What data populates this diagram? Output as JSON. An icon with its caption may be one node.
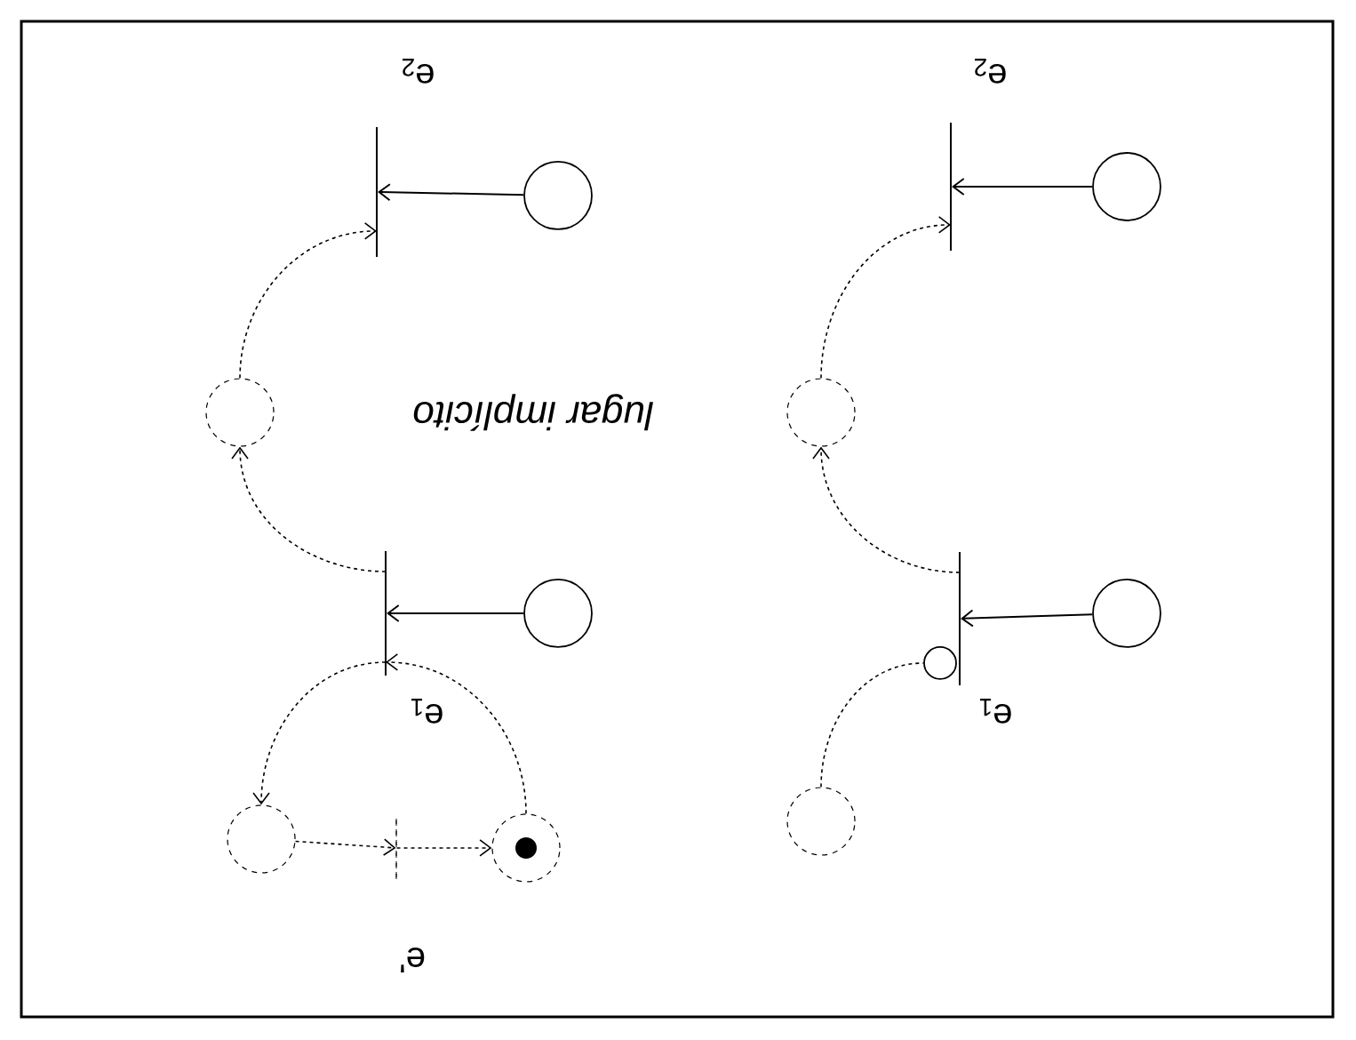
{
  "diagram": {
    "nodes": [
      {
        "text": [],
        "shape": "circle"
      },
      {
        "text": [
          "e$_{2}$"
        ]
      },
      {
        "text": [],
        "shape": "circle"
      },
      {
        "text": [
          "e$_{2}$"
        ]
      },
      {
        "text": [],
        "shape": "circle"
      },
      {
        "text": [],
        "shape": "circle"
      },
      {
        "text": [],
        "shape": "circle"
      },
      {
        "text": [
          "e$_{1}$"
        ]
      },
      {
        "text": [],
        "shape": "circle"
      },
      {
        "text": [
          "e$_{1}$"
        ]
      },
      {
        "text": [],
        "shape": "circle"
      },
      {
        "text": [],
        "shape": "circle"
      },
      {
        "text": [],
        "shape": "circle"
      },
      {
        "text": [
          "e'"
        ]
      },
      {
        "text": [],
        "shape": "circle"
      }
    ],
    "edges": [
      {
        "from": 0,
        "to": 1,
        "arrow": "to"
      },
      {
        "from": 2,
        "to": 3,
        "arrow": "to"
      },
      {
        "from": 6,
        "to": 7,
        "arrow": "to"
      },
      {
        "from": 8,
        "to": 9,
        "arrow": "to"
      },
      {
        "from": 7,
        "to": 4,
        "arrow": "to",
        "style": "dashed"
      },
      {
        "from": 4,
        "to": 1,
        "arrow": "to",
        "style": "dashed"
      },
      {
        "from": 9,
        "to": 5,
        "arrow": "to",
        "style": "dashed"
      },
      {
        "from": 5,
        "to": 3,
        "arrow": "to",
        "style": "dashed"
      },
      {
        "from": 14,
        "to": 7,
        "arrow": "to",
        "style": "dashed"
      },
      {
        "from": 7,
        "to": 12,
        "arrow": "to",
        "style": "dashed"
      },
      {
        "from": 12,
        "to": 13,
        "arrow": "to",
        "style": "dashed"
      },
      {
        "from": 13,
        "to": 14,
        "arrow": "to",
        "style": "dashed"
      },
      {
        "from": 11,
        "to": 10,
        "arrow": "none",
        "style": "dashed"
      }
    ],
    "labels": [
      "lugar implícito"
    ]
  }
}
